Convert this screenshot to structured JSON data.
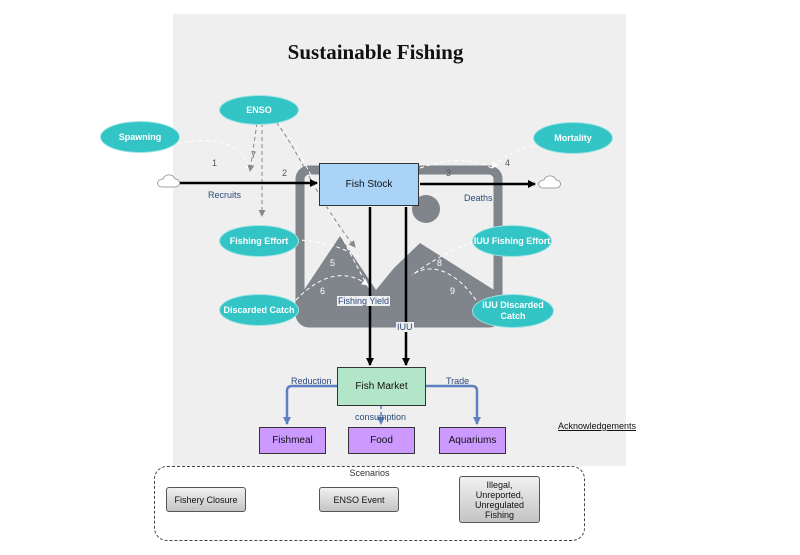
{
  "title": "Sustainable Fishing",
  "stocks": {
    "fish_stock": "Fish Stock",
    "fish_market": "Fish Market"
  },
  "variables": {
    "enso": "ENSO",
    "spawning": "Spawning",
    "mortality": "Mortality",
    "fishing_effort": "Fishing Effort",
    "iuu_fishing_effort": "IUU Fishing Effort",
    "discarded_catch": "Discarded Catch",
    "iuu_discarded_catch": "IUU Discarded Catch"
  },
  "flows": {
    "recruits": "Recruits",
    "deaths": "Deaths",
    "fishing_yield": "Fishing Yield",
    "iuu": "IUU",
    "reduction": "Reduction",
    "trade": "Trade",
    "consumption": "consumption"
  },
  "products": {
    "fishmeal": "Fishmeal",
    "food": "Food",
    "aquariums": "Aquariums"
  },
  "links": [
    "1",
    "2",
    "3",
    "4",
    "5",
    "6",
    "7",
    "8",
    "9"
  ],
  "scenarios": {
    "title": "Scenarios",
    "buttons": [
      "Fishery Closure",
      "ENSO Event",
      "Illegal, Unreported, Unregulated Fishing"
    ]
  },
  "acknowledgements": "Acknowledgements",
  "colors": {
    "panel": "#efefef",
    "variable": "#33c4c6",
    "fish_stock": "#a9d3f7",
    "fish_market": "#b3e5c8",
    "product": "#cc99ff",
    "market_arrow": "#5f80c0",
    "image_placeholder": "#7f858a"
  },
  "icons": {
    "source": "cloud-icon",
    "sink": "cloud-icon",
    "background": "image-placeholder-icon"
  }
}
